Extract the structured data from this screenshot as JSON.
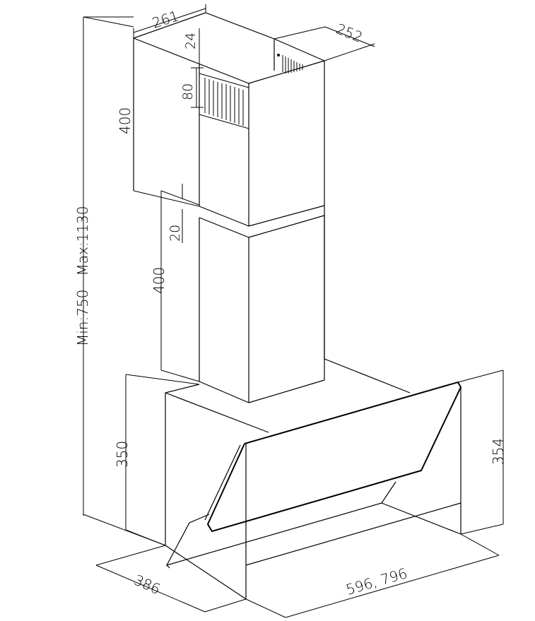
{
  "dimensions": {
    "top_depth": "261",
    "top_width": "252",
    "gap_top": "24",
    "vent_height": "80",
    "upper_chimney_height": "400",
    "lower_chimney_height": "400",
    "overlap": "20",
    "total_height": "Min:750   Max:1130",
    "base_height": "350",
    "glass_height": "354",
    "base_depth": "386",
    "base_width": "596, 796"
  }
}
